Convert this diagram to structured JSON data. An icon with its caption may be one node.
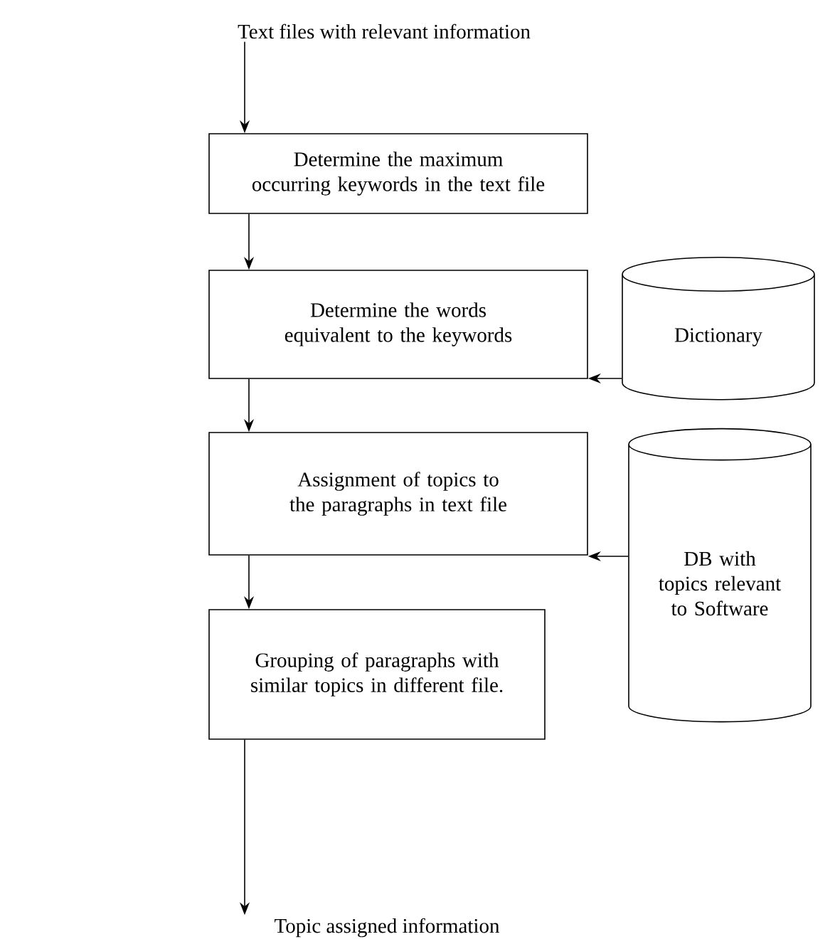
{
  "diagram": {
    "nodes": [
      {
        "text": [
          "Text files with relevant information"
        ]
      },
      {
        "text": [
          "Determine the maximum occurring keywords in the text file"
        ]
      },
      {
        "text": [
          "Determine the words equivalent to the keywords"
        ]
      },
      {
        "text": [
          "Dictionary"
        ]
      },
      {
        "text": [
          "Assignment of topics to the paragraphs in text file"
        ]
      },
      {
        "text": [
          "DB with topics relevant to Software"
        ]
      },
      {
        "text": [
          "Grouping of paragraphs with similar topics in different file."
        ]
      },
      {
        "text": [
          "Topic assigned information"
        ]
      }
    ],
    "edges": [
      {
        "from": 0,
        "to": 1,
        "arrow": "to"
      },
      {
        "from": 1,
        "to": 2,
        "arrow": "to"
      },
      {
        "from": 3,
        "to": 2,
        "arrow": "to"
      },
      {
        "from": 2,
        "to": 4,
        "arrow": "to"
      },
      {
        "from": 5,
        "to": 4,
        "arrow": "to"
      },
      {
        "from": 4,
        "to": 6,
        "arrow": "to"
      },
      {
        "from": 6,
        "to": 7,
        "arrow": "to"
      }
    ]
  }
}
